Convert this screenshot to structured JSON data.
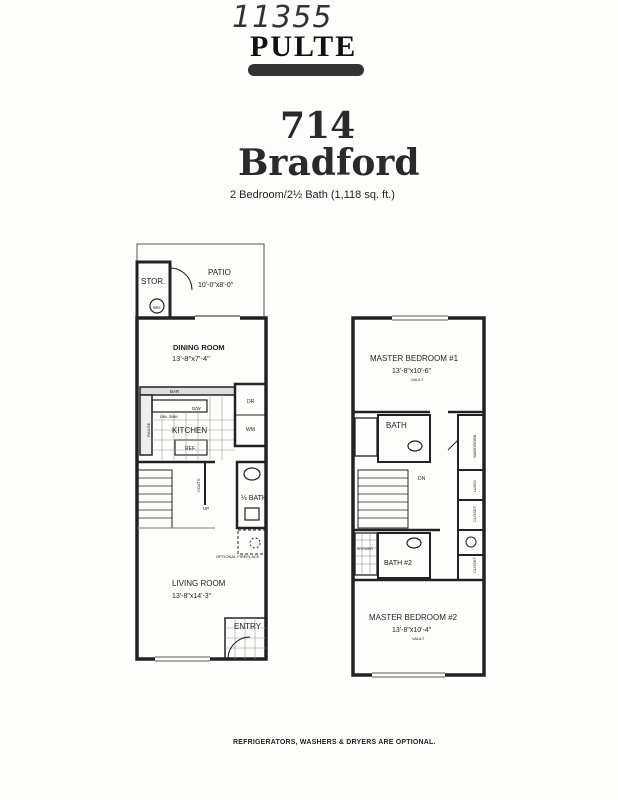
{
  "header": {
    "handwritten_number": "11355",
    "brand": "PULTE",
    "model_number": "714",
    "model_name": "Bradford",
    "subtitle": "2 Bedroom/2½ Bath (1,118 sq. ft.)"
  },
  "first_floor": {
    "stor": "STOR.",
    "wh": "WH",
    "patio": "PATIO",
    "patio_dim": "10'-0\"x8'-0\"",
    "dining_room": "DINING ROOM",
    "dining_dim": "13'-8\"x7'-4\"",
    "bar": "BAR",
    "kitchen": "KITCHEN",
    "range": "RANGE",
    "dbl_sink": "DBL SINK",
    "dw": "D/W",
    "dr": "DR",
    "wm": "WM",
    "ref": "REF.",
    "coats": "COATS",
    "up": "UP",
    "bath": "½ BATH",
    "optional_fireplace": "OPTIONAL FIREPLACE",
    "living_room": "LIVING ROOM",
    "living_dim": "13'-8\"x14'-3\"",
    "entry": "ENTRY"
  },
  "second_floor": {
    "master1": "MASTER BEDROOM #1",
    "master1_dim": "13'-8\"x10'-6\"",
    "master1_note": "VAULT",
    "bath1": "BATH",
    "wardrobe": "WARDROBE",
    "linen": "LINEN",
    "dn": "DN",
    "bath2": "BATH #2",
    "shower": "SHOWER",
    "closet": "CLOSET",
    "master2": "MASTER BEDROOM #2",
    "master2_dim": "13'-8\"x10'-4\"",
    "master2_note": "VAULT"
  },
  "footer": {
    "note": "REFRIGERATORS, WASHERS & DRYERS ARE OPTIONAL."
  }
}
